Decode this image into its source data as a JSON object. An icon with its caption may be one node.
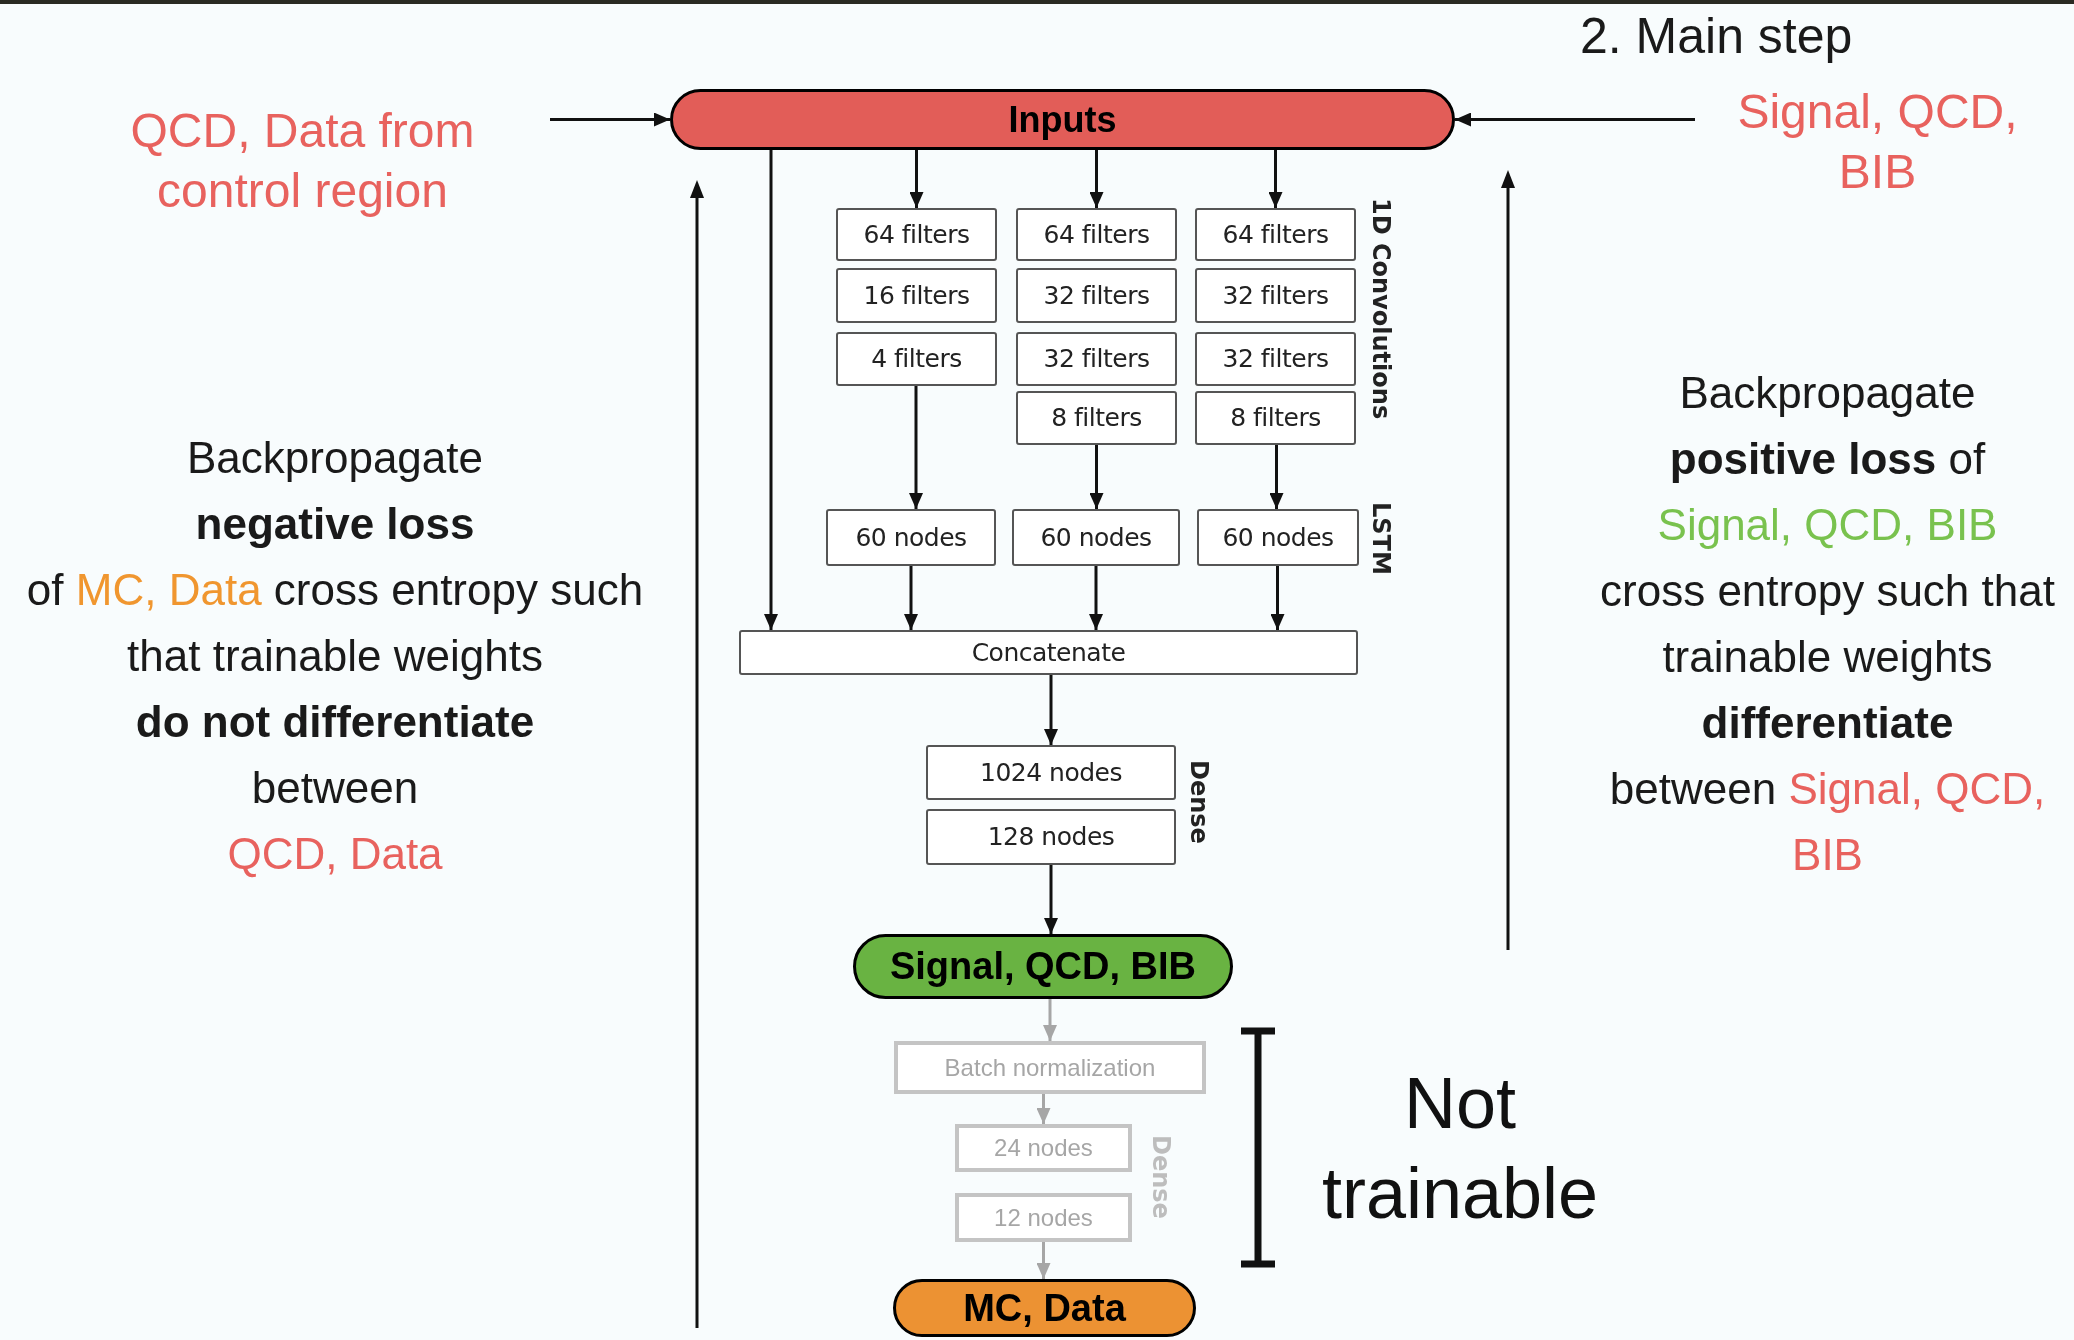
{
  "diagram": {
    "nodes": [
      {
        "text": [
          "Inputs"
        ]
      },
      {
        "text": [
          "QCD, Data from control region"
        ]
      },
      {
        "text": [
          "Signal, QCD, BIB"
        ]
      },
      {
        "text": [
          "64 filters"
        ]
      },
      {
        "text": [
          "16 filters"
        ]
      },
      {
        "text": [
          "4 filters"
        ]
      },
      {
        "text": [
          "64 filters"
        ]
      },
      {
        "text": [
          "32 filters"
        ]
      },
      {
        "text": [
          "32 filters"
        ]
      },
      {
        "text": [
          "8 filters"
        ]
      },
      {
        "text": [
          "64 filters"
        ]
      },
      {
        "text": [
          "32 filters"
        ]
      },
      {
        "text": [
          "32 filters"
        ]
      },
      {
        "text": [
          "8 filters"
        ]
      },
      {
        "text": [
          "60 nodes"
        ]
      },
      {
        "text": [
          "60 nodes"
        ]
      },
      {
        "text": [
          "60 nodes"
        ]
      },
      {
        "text": [
          "Concatenate"
        ]
      },
      {
        "text": [
          "1024 nodes"
        ]
      },
      {
        "text": [
          "128 nodes"
        ]
      },
      {
        "text": [
          "Signal, QCD, BIB"
        ]
      },
      {
        "text": [
          "Batch normalization"
        ]
      },
      {
        "text": [
          "24 nodes"
        ]
      },
      {
        "text": [
          "12 nodes"
        ]
      },
      {
        "text": [
          "MC, Data"
        ]
      }
    ],
    "edges": [
      {
        "from": 1,
        "to": 0,
        "arrow": "to"
      },
      {
        "from": 2,
        "to": 0,
        "arrow": "to"
      },
      {
        "from": 0,
        "to": 3,
        "arrow": "to"
      },
      {
        "from": 0,
        "to": 6,
        "arrow": "to"
      },
      {
        "from": 0,
        "to": 10,
        "arrow": "to"
      },
      {
        "from": 0,
        "to": 17,
        "arrow": "to"
      },
      {
        "from": 5,
        "to": 14,
        "arrow": "to"
      },
      {
        "from": 9,
        "to": 15,
        "arrow": "to"
      },
      {
        "from": 13,
        "to": 16,
        "arrow": "to"
      },
      {
        "from": 14,
        "to": 17,
        "arrow": "to"
      },
      {
        "from": 15,
        "to": 17,
        "arrow": "to"
      },
      {
        "from": 16,
        "to": 17,
        "arrow": "to"
      },
      {
        "from": 17,
        "to": 18,
        "arrow": "to"
      },
      {
        "from": 19,
        "to": 20,
        "arrow": "to"
      },
      {
        "from": 20,
        "to": 21,
        "arrow": "to",
        "color": "#a6a6a6"
      },
      {
        "from": 21,
        "to": 22,
        "arrow": "to",
        "color": "#a6a6a6"
      },
      {
        "from": 23,
        "to": 24,
        "arrow": "to",
        "color": "#a6a6a6"
      }
    ],
    "labels": [
      "2. Main step",
      "Backpropagate",
      "negative loss",
      "of",
      "MC, Data",
      "cross entropy such that trainable weights",
      "do not differentiate",
      "between",
      "QCD, Data",
      "Backpropagate",
      "positive loss",
      "of",
      "Signal, QCD, BIB",
      "cross entropy such that trainable weights",
      "differentiate",
      "between",
      "Signal, QCD, BIB",
      "1D Convolutions",
      "LSTM",
      "Dense",
      "Dense",
      "Not trainable"
    ]
  }
}
